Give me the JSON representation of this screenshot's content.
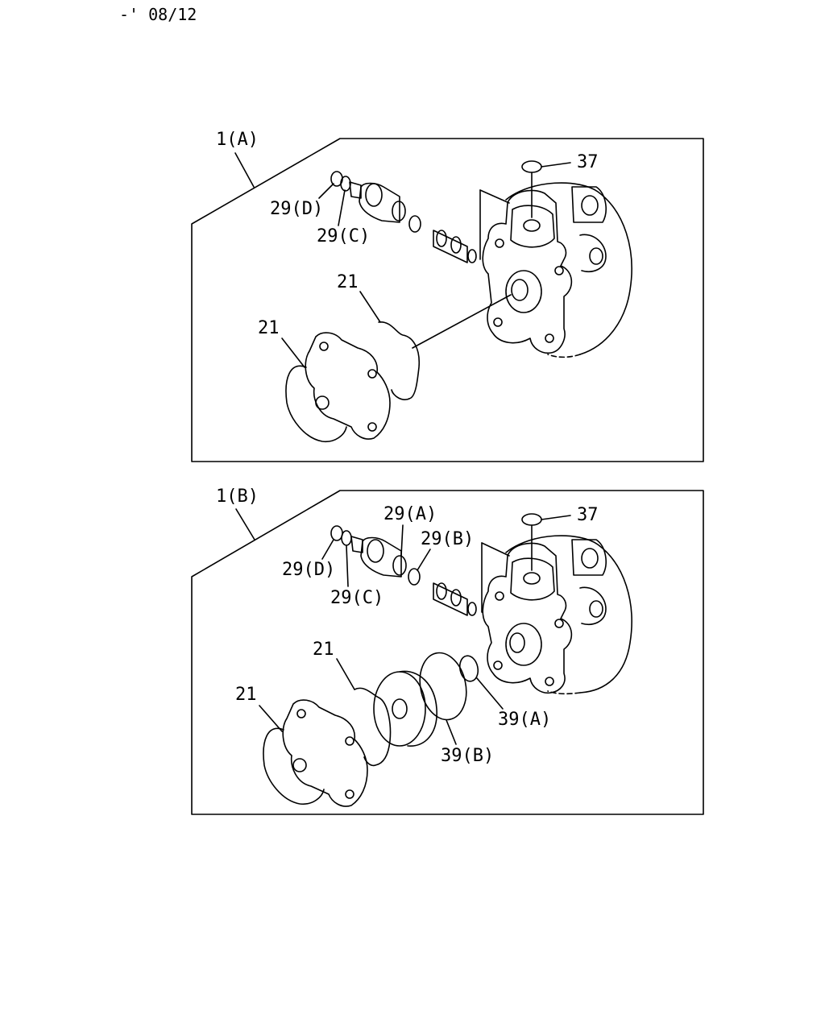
{
  "header": {
    "date_code": "-' 08/12"
  },
  "panels": [
    {
      "id": "A",
      "title": "1(A)",
      "callouts": {
        "p37": "37",
        "p29d": "29(D)",
        "p29c": "29(C)",
        "p21_upper": "21",
        "p21_lower": "21"
      }
    },
    {
      "id": "B",
      "title": "1(B)",
      "callouts": {
        "p37": "37",
        "p29a": "29(A)",
        "p29b": "29(B)",
        "p29d": "29(D)",
        "p29c": "29(C)",
        "p21_upper": "21",
        "p21_lower": "21",
        "p39a": "39(A)",
        "p39b": "39(B)"
      }
    }
  ]
}
